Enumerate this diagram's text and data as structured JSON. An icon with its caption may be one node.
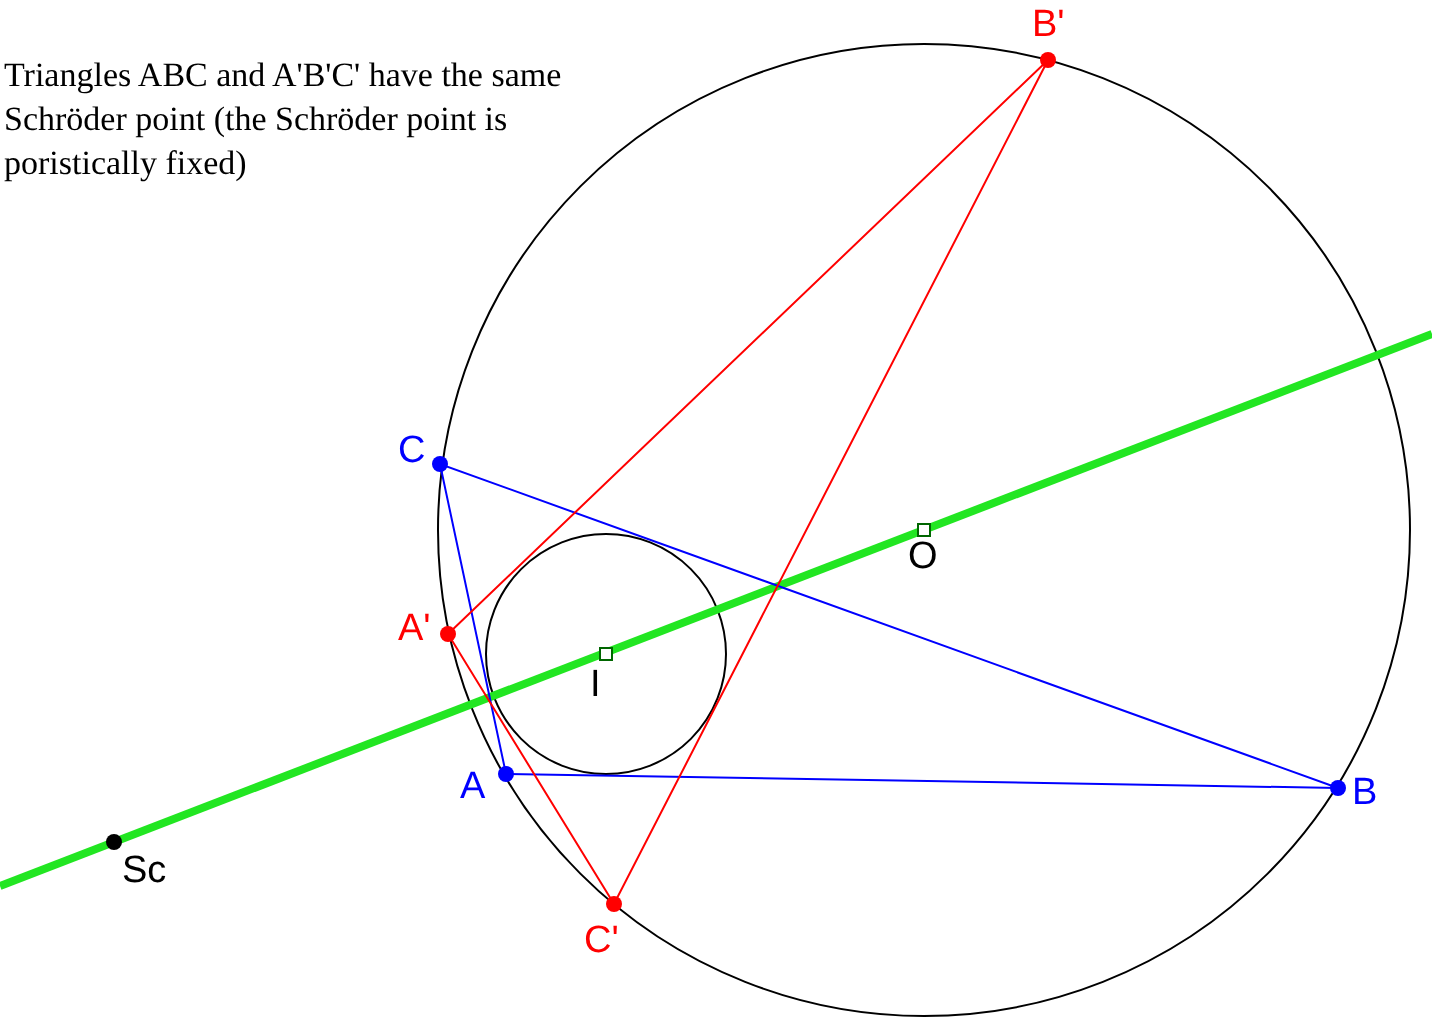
{
  "diagram": {
    "labels": [
      "Triangles ABC and A'B'C' have the same Schröder point (the Schröder point is poristically fixed)",
      "B'",
      "C",
      "A'",
      "O",
      "I",
      "A",
      "B",
      "Sc",
      "C'"
    ]
  }
}
